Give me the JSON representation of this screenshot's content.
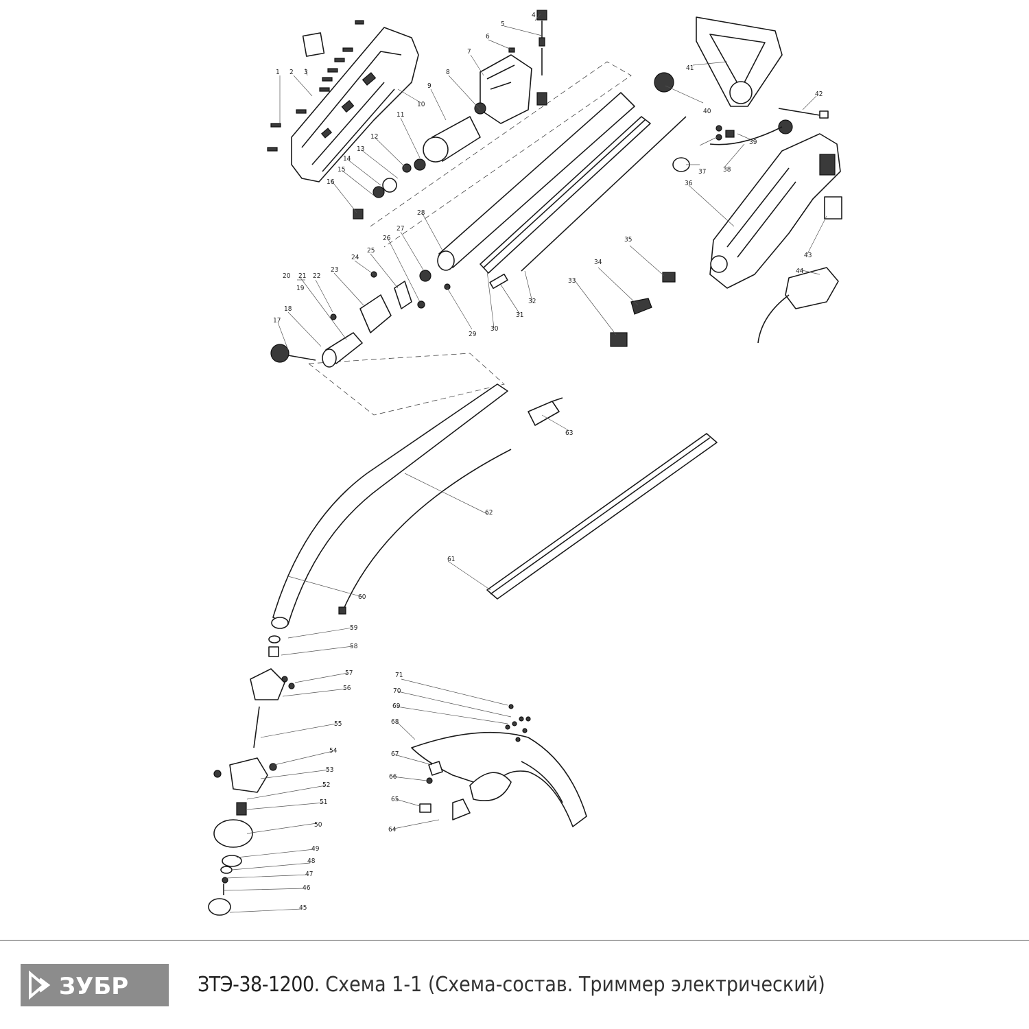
{
  "footer": {
    "brand": "ЗУБР",
    "model": "ЗТЭ-38-1200.",
    "description": "Схема 1-1 (Схема-состав. Триммер электрический)"
  },
  "diagram": {
    "labels": [
      "1",
      "2",
      "3",
      "4",
      "5",
      "6",
      "7",
      "8",
      "9",
      "10",
      "11",
      "12",
      "13",
      "14",
      "15",
      "16",
      "17",
      "18",
      "19",
      "20",
      "21",
      "22",
      "23",
      "24",
      "25",
      "26",
      "27",
      "28",
      "29",
      "30",
      "31",
      "32",
      "33",
      "34",
      "35",
      "36",
      "37",
      "38",
      "39",
      "40",
      "41",
      "42",
      "43",
      "44",
      "45",
      "46",
      "47",
      "48",
      "49",
      "50",
      "51",
      "52",
      "53",
      "54",
      "55",
      "56",
      "57",
      "58",
      "59",
      "60",
      "61",
      "62",
      "63",
      "64",
      "65",
      "66",
      "67",
      "68",
      "69",
      "70",
      "71"
    ]
  }
}
